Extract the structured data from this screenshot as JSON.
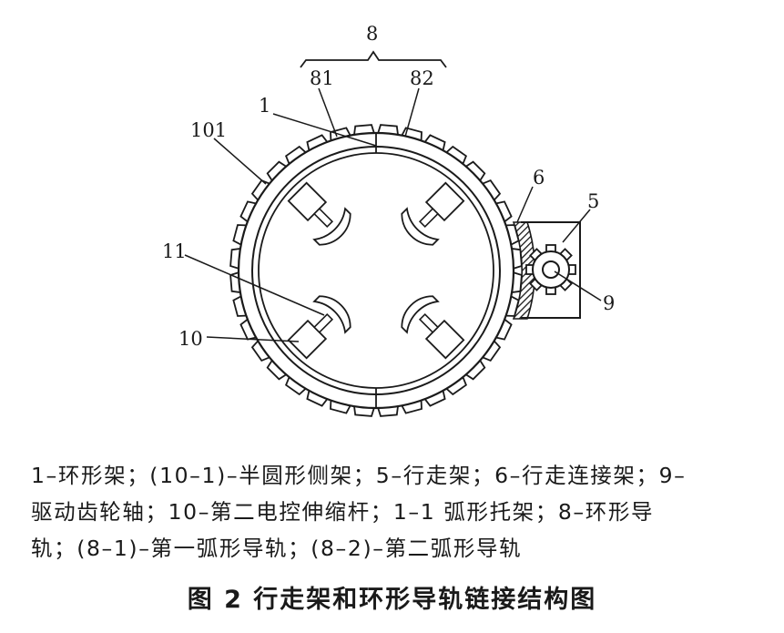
{
  "figure": {
    "labels": {
      "rail": "8",
      "rail_first": "81",
      "rail_second": "82",
      "ring_frame": "1",
      "side_frame": "101",
      "walk_link": "6",
      "walk_frame": "5",
      "gear_shaft": "9",
      "arc_support": "11",
      "telescopic_rod": "10"
    }
  },
  "caption": {
    "line1": "1–环形架；(10–1)–半圆形侧架；5–行走架；6–行走连接架；9–",
    "line2": "驱动齿轮轴；10–第二电控伸缩杆；1–1 弧形托架；8–环形导",
    "line3": "轨；(8–1)–第一弧形导轨；(8–2)–第二弧形导轨"
  },
  "title": "图 2  行走架和环形导轨链接结构图"
}
